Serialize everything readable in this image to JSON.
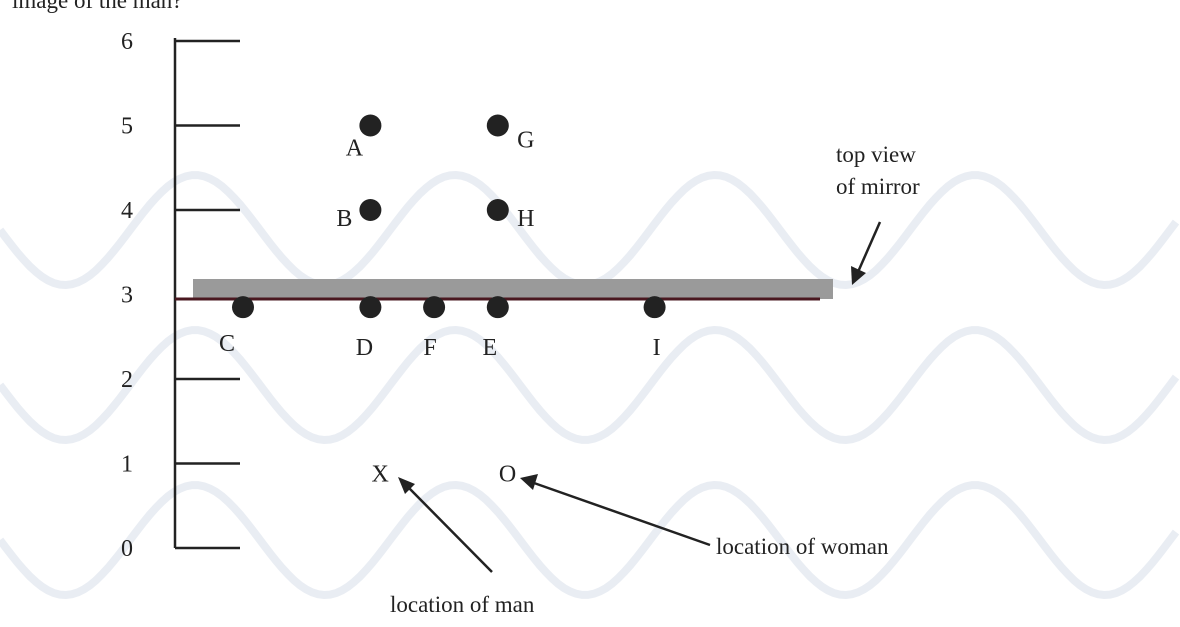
{
  "header_text": "image of the man?",
  "y_axis": {
    "ticks": [
      "0",
      "1",
      "2",
      "3",
      "4",
      "5",
      "6"
    ]
  },
  "points": [
    {
      "label": "A",
      "x": 2.3,
      "y": 5.0
    },
    {
      "label": "G",
      "x": 3.6,
      "y": 5.0
    },
    {
      "label": "B",
      "x": 2.3,
      "y": 4.0
    },
    {
      "label": "H",
      "x": 3.6,
      "y": 4.0
    },
    {
      "label": "C",
      "x": 1.0,
      "y": 2.85
    },
    {
      "label": "D",
      "x": 2.3,
      "y": 2.85
    },
    {
      "label": "F",
      "x": 2.95,
      "y": 2.85
    },
    {
      "label": "E",
      "x": 3.6,
      "y": 2.85
    },
    {
      "label": "I",
      "x": 5.2,
      "y": 2.85
    }
  ],
  "markers": {
    "man": {
      "symbol": "X",
      "x": 2.4,
      "y": 1.0
    },
    "woman": {
      "symbol": "O",
      "x": 3.7,
      "y": 1.0
    }
  },
  "annotations": {
    "mirror_line1": "top view",
    "mirror_line2": "of mirror",
    "woman": "location of woman",
    "man": "location of man"
  },
  "colors": {
    "ink": "#222222",
    "mirror": "#9a9a9a",
    "mirror_line": "#4a1820",
    "watermark": "#e9edf3"
  }
}
